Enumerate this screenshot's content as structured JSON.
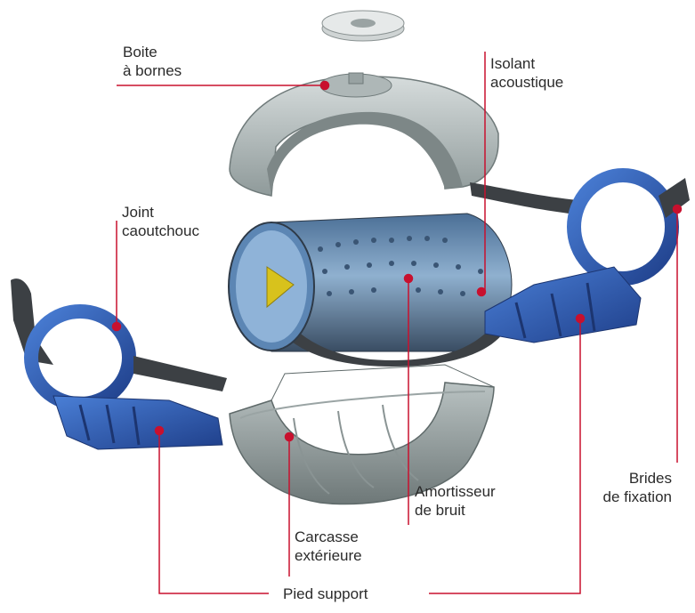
{
  "diagram": {
    "leader_color": "#c8102e",
    "part_colors": {
      "blue": "#2f5fb4",
      "grey": "#a6b0b0",
      "dark": "#3c4044",
      "yellow": "#d8c21c"
    },
    "labels": {
      "boite_bornes": [
        "Boite",
        "à bornes"
      ],
      "isolant": [
        "Isolant",
        "acoustique"
      ],
      "joint": [
        "Joint",
        "caoutchouc"
      ],
      "brides": [
        "Brides",
        "de fixation"
      ],
      "amortisseur": [
        "Amortisseur",
        "de bruit"
      ],
      "carcasse": [
        "Carcasse",
        "extérieure"
      ],
      "pied_support": "Pied support"
    }
  }
}
